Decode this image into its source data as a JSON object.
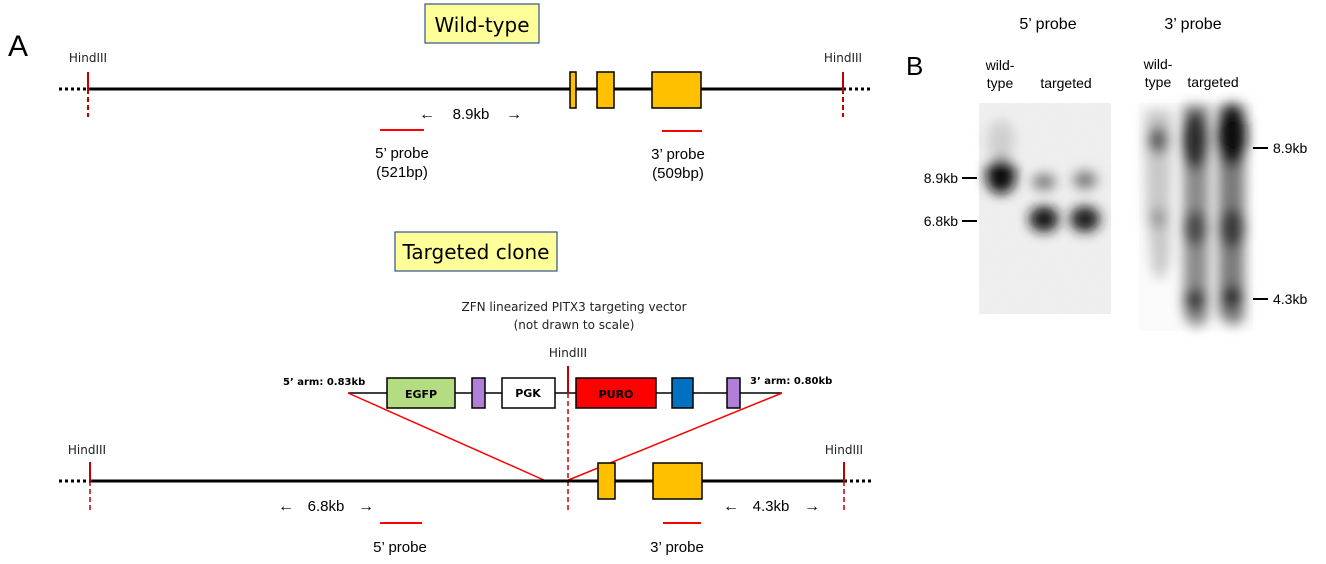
{
  "panel_a": {
    "label": "A",
    "wild_type": {
      "title": "Wild-type",
      "hindiii_left": "HindIII",
      "hindiii_right": "HindIII",
      "fragment": "8.9kb",
      "probe5_name": "5’ probe",
      "probe5_size": "(521bp)",
      "probe3_name": "3’ probe",
      "probe3_size": "(509bp)"
    },
    "targeted": {
      "title": "Targeted clone",
      "vector_title": "ZFN linearized PITX3 targeting vector",
      "vector_subtitle": "(not drawn to scale)",
      "vector_hindiii": "HindIII",
      "arm5": "5’ arm: 0.83kb",
      "arm3": "3’ arm: 0.80kb",
      "cassettes": [
        {
          "label": "EGFP",
          "color": "#b4dc82"
        },
        {
          "label": "",
          "color": "#b080d8"
        },
        {
          "label": "PGK",
          "color": "#ffffff"
        },
        {
          "label": "PURO",
          "color": "#ff0000"
        },
        {
          "label": "",
          "color": "#0070c0"
        },
        {
          "label": "",
          "color": "#b080d8"
        }
      ],
      "hindiii_left": "HindIII",
      "hindiii_right": "HindIII",
      "fragment_left": "6.8kb",
      "fragment_right": "4.3kb",
      "probe5_name": "5’ probe",
      "probe3_name": "3’ probe"
    },
    "colors": {
      "exon": "#ffc000",
      "probe": "#ff0000",
      "hindiii": "#c00000",
      "title_box": "#ffff99",
      "title_border": "#2f528f"
    }
  },
  "panel_b": {
    "label": "B",
    "blots": [
      {
        "probe": "5’ probe",
        "lanes": [
          "wild-\ntype",
          "targeted"
        ],
        "markers": [
          "8.9kb",
          "6.8kb"
        ]
      },
      {
        "probe": "3’ probe",
        "lanes": [
          "wild-\ntype",
          "targeted"
        ],
        "markers": [
          "8.9kb",
          "4.3kb"
        ]
      }
    ]
  }
}
